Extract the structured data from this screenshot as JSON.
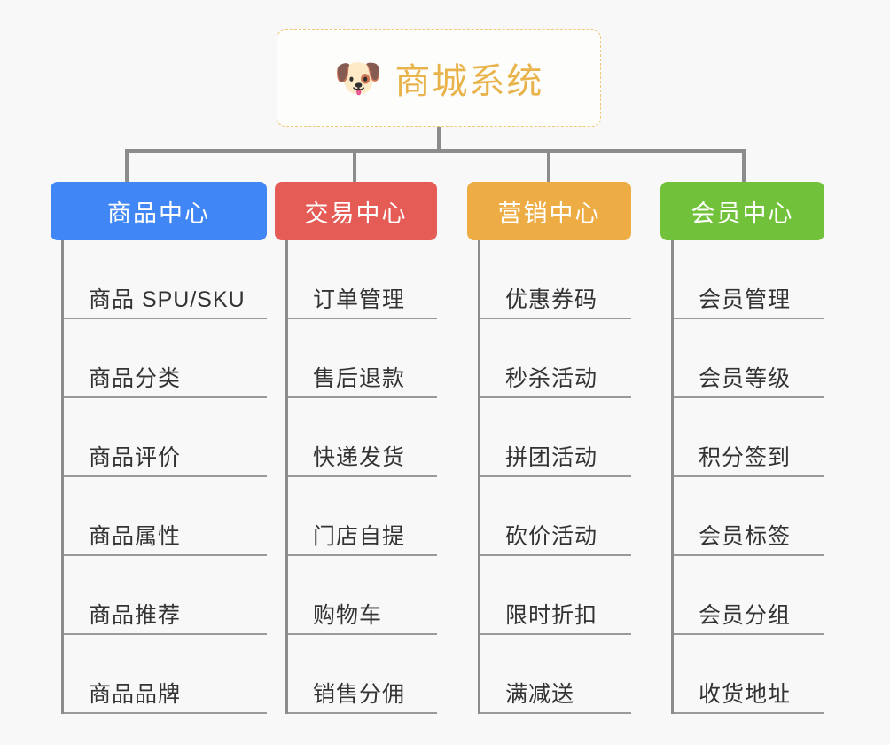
{
  "background_color": "#f8f8f8",
  "root": {
    "icon": "shiba-dog-face-emoji",
    "icon_glyph": "🐶",
    "title": "商城系统",
    "title_color": "#e8b34a",
    "border_color": "#eec777"
  },
  "connector_color": "#8c8c8c",
  "columns": [
    {
      "id": "product-center",
      "title": "商品中心",
      "color": "#4086f4",
      "items": [
        "商品 SPU/SKU",
        "商品分类",
        "商品评价",
        "商品属性",
        "商品推荐",
        "商品品牌"
      ]
    },
    {
      "id": "trade-center",
      "title": "交易中心",
      "color": "#e55b55",
      "items": [
        "订单管理",
        "售后退款",
        "快递发货",
        "门店自提",
        "购物车",
        "销售分佣"
      ]
    },
    {
      "id": "marketing-center",
      "title": "营销中心",
      "color": "#eeac44",
      "items": [
        "优惠券码",
        "秒杀活动",
        "拼团活动",
        "砍价活动",
        "限时折扣",
        "满减送"
      ]
    },
    {
      "id": "member-center",
      "title": "会员中心",
      "color": "#72c13b",
      "items": [
        "会员管理",
        "会员等级",
        "积分签到",
        "会员标签",
        "会员分组",
        "收货地址"
      ]
    }
  ]
}
